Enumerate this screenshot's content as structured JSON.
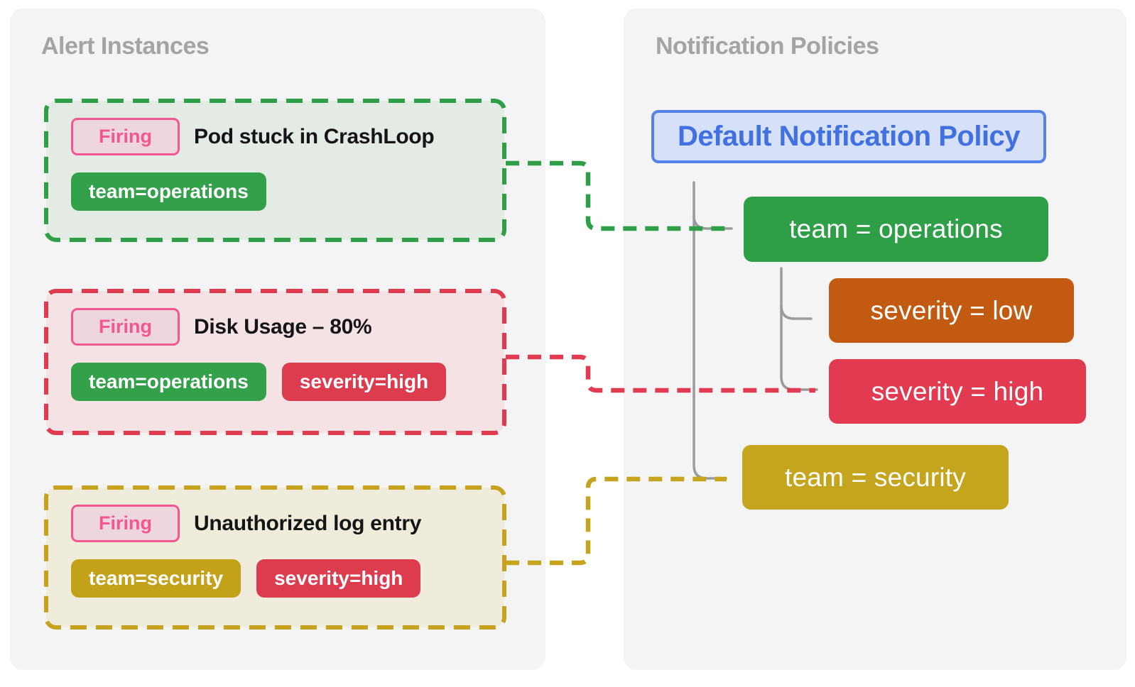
{
  "panels": {
    "alert_instances": {
      "title": "Alert Instances"
    },
    "notification_policies": {
      "title": "Notification Policies"
    }
  },
  "alerts": [
    {
      "status": "Firing",
      "title": "Pod stuck in CrashLoop",
      "labels": [
        {
          "text": "team=operations"
        }
      ]
    },
    {
      "status": "Firing",
      "title": "Disk Usage – 80%",
      "labels": [
        {
          "text": "team=operations"
        },
        {
          "text": "severity=high"
        }
      ]
    },
    {
      "status": "Firing",
      "title": "Unauthorized log entry",
      "labels": [
        {
          "text": "team=security"
        },
        {
          "text": "severity=high"
        }
      ]
    }
  ],
  "policies": {
    "root": "Default Notification Policy",
    "matchers": [
      {
        "label": "team = operations"
      },
      {
        "label": "severity = low"
      },
      {
        "label": "severity = high"
      },
      {
        "label": "team = security"
      }
    ]
  },
  "colors": {
    "panel_background": "#f4f4f5",
    "panel_title": "#a4a4a7",
    "firing_pink": "#f4578f",
    "green": "#2e9e47",
    "red": "#e23a50",
    "orange": "#c35a11",
    "gold": "#c6a51e",
    "policy_root_blue": "#4170e0",
    "tree_line_gray": "#9b9b9e"
  }
}
